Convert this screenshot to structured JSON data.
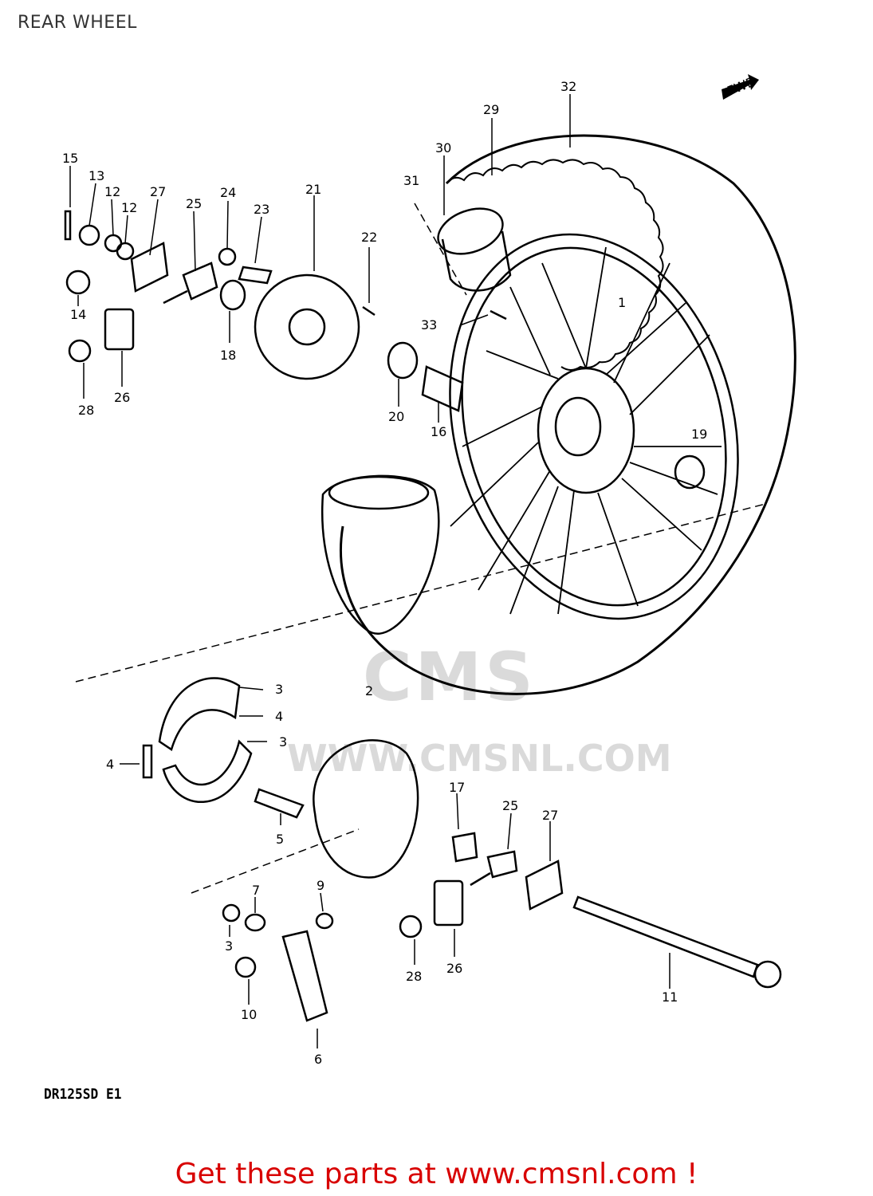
{
  "header": {
    "title": "REAR WHEEL"
  },
  "model_code": "DR125SD E1",
  "fwd_marker": "FWD",
  "watermark": {
    "logo": "CMS",
    "url": "WWW.CMSNL.COM"
  },
  "footer": {
    "cta": "Get these parts at www.cmsnl.com !"
  },
  "part_labels": [
    {
      "id": "p1",
      "text": "1"
    },
    {
      "id": "p2",
      "text": "2"
    },
    {
      "id": "p3a",
      "text": "3"
    },
    {
      "id": "p3b",
      "text": "3"
    },
    {
      "id": "p3c",
      "text": "3"
    },
    {
      "id": "p4a",
      "text": "4"
    },
    {
      "id": "p4b",
      "text": "4"
    },
    {
      "id": "p5",
      "text": "5"
    },
    {
      "id": "p6",
      "text": "6"
    },
    {
      "id": "p7",
      "text": "7"
    },
    {
      "id": "p9",
      "text": "9"
    },
    {
      "id": "p10",
      "text": "10"
    },
    {
      "id": "p11",
      "text": "11"
    },
    {
      "id": "p12a",
      "text": "12"
    },
    {
      "id": "p12b",
      "text": "12"
    },
    {
      "id": "p13",
      "text": "13"
    },
    {
      "id": "p14",
      "text": "14"
    },
    {
      "id": "p15",
      "text": "15"
    },
    {
      "id": "p16",
      "text": "16"
    },
    {
      "id": "p17",
      "text": "17"
    },
    {
      "id": "p18",
      "text": "18"
    },
    {
      "id": "p19",
      "text": "19"
    },
    {
      "id": "p20",
      "text": "20"
    },
    {
      "id": "p21",
      "text": "21"
    },
    {
      "id": "p22",
      "text": "22"
    },
    {
      "id": "p23",
      "text": "23"
    },
    {
      "id": "p24",
      "text": "24"
    },
    {
      "id": "p25a",
      "text": "25"
    },
    {
      "id": "p25b",
      "text": "25"
    },
    {
      "id": "p26a",
      "text": "26"
    },
    {
      "id": "p26b",
      "text": "26"
    },
    {
      "id": "p27a",
      "text": "27"
    },
    {
      "id": "p27b",
      "text": "27"
    },
    {
      "id": "p28a",
      "text": "28"
    },
    {
      "id": "p28b",
      "text": "28"
    },
    {
      "id": "p29",
      "text": "29"
    },
    {
      "id": "p30",
      "text": "30"
    },
    {
      "id": "p31",
      "text": "31"
    },
    {
      "id": "p32",
      "text": "32"
    },
    {
      "id": "p33",
      "text": "33"
    }
  ]
}
